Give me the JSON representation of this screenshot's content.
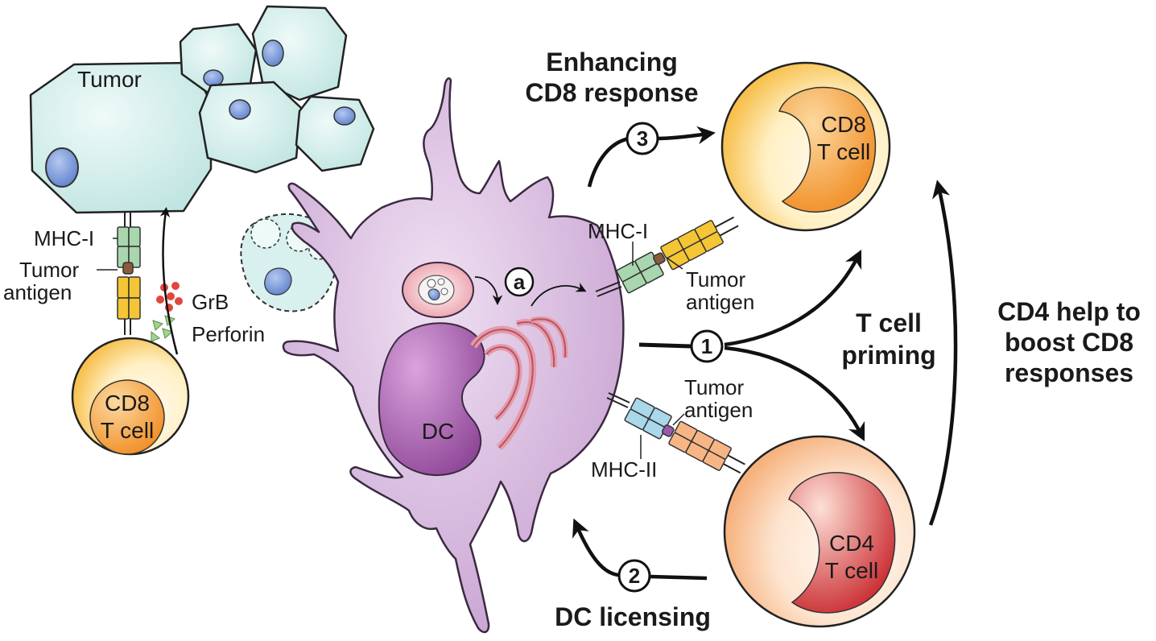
{
  "labels": {
    "tumor": "Tumor",
    "mhc1_left": "MHC-I",
    "tumor_antigen_left_1": "Tumor",
    "tumor_antigen_left_2": "antigen",
    "grb": "GrB",
    "perforin": "Perforin",
    "cd8_left_1": "CD8",
    "cd8_left_2": "T cell",
    "dc": "DC",
    "step_a": "a",
    "mhc1_right": "MHC-I",
    "tumor_antigen_top_1": "Tumor",
    "tumor_antigen_top_2": "antigen",
    "tumor_antigen_bottom_1": "Tumor",
    "tumor_antigen_bottom_2": "antigen",
    "mhc2": "MHC-II",
    "cd8_right_1": "CD8",
    "cd8_right_2": "T cell",
    "cd4_1": "CD4",
    "cd4_2": "T cell"
  },
  "steps": {
    "one": "1",
    "two": "2",
    "three": "3"
  },
  "headings": {
    "enhancing_1": "Enhancing",
    "enhancing_2": "CD8 response",
    "priming_1": "T cell",
    "priming_2": "priming",
    "licensing": "DC licensing",
    "help_1": "CD4 help to",
    "help_2": "boost CD8",
    "help_3": "responses"
  },
  "colors": {
    "tumor_fill": "#d8f0ee",
    "nucleus_blue": "#7f9fdc",
    "dc_fill": "#d9bde0",
    "dc_nucleus": "#a15ea8",
    "tcell_outer": "#fcd98a",
    "cd8_nucleus": "#f3a043",
    "cd4_nucleus": "#d8484a",
    "mhc1": "#a9d6ae",
    "mhc2": "#a9d8ea",
    "tcr_yellow": "#f4c534",
    "tcr_orange": "#f7b586",
    "er_pink": "#e79aa8",
    "grb_red": "#e0473c",
    "perforin_green": "#9fd68c"
  }
}
